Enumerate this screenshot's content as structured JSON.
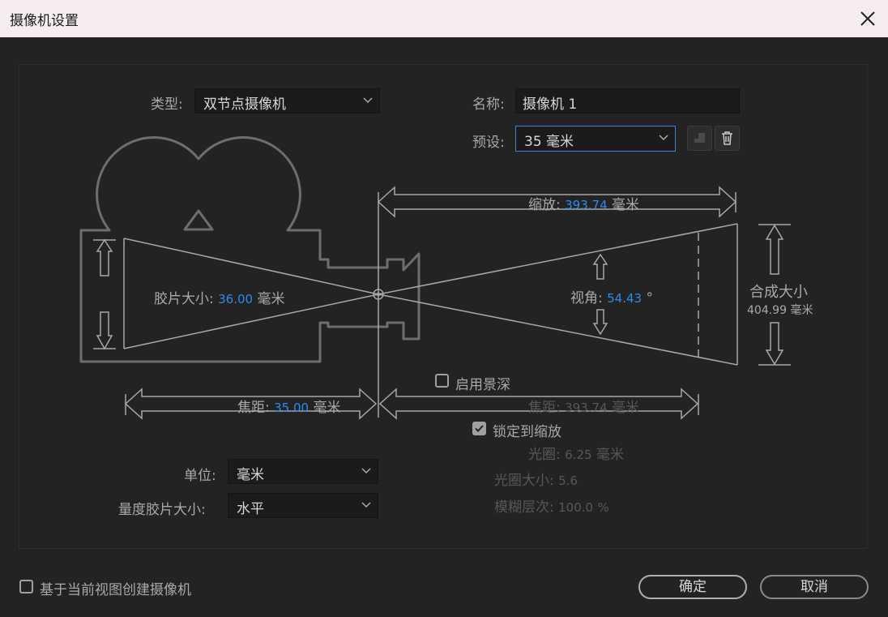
{
  "window": {
    "title": "摄像机设置"
  },
  "type_row": {
    "label": "类型:",
    "value": "双节点摄像机"
  },
  "name_row": {
    "label": "名称:",
    "value": "摄像机 1"
  },
  "preset_row": {
    "label": "预设:",
    "value": "35 毫米"
  },
  "diagram": {
    "zoom": {
      "label": "缩放:",
      "value": "393.74",
      "unit": "毫米"
    },
    "film_size": {
      "label": "胶片大小:",
      "value": "36.00",
      "unit": "毫米"
    },
    "angle": {
      "label": "视角:",
      "value": "54.43",
      "unit": "°"
    },
    "comp_size": {
      "label": "合成大小",
      "value": "404.99",
      "unit": "毫米"
    },
    "focal_length": {
      "label": "焦距:",
      "value": "35.00",
      "unit": "毫米"
    },
    "focus_distance": {
      "label": "焦距:",
      "value": "393.74",
      "unit": "毫米"
    }
  },
  "dof": {
    "enable_label": "启用景深",
    "enable_checked": false,
    "lock_label": "锁定到缩放",
    "lock_checked": true,
    "aperture": {
      "label": "光圈:",
      "value": "6.25",
      "unit": "毫米"
    },
    "fstop": {
      "label": "光圈大小:",
      "value": "5.6"
    },
    "blur": {
      "label": "模糊层次:",
      "value": "100.0",
      "unit": "%"
    }
  },
  "units_row": {
    "label": "单位:",
    "value": "毫米"
  },
  "measure_row": {
    "label": "量度胶片大小:",
    "value": "水平"
  },
  "footer": {
    "create_from_view_label": "基于当前视图创建摄像机",
    "ok_label": "确定",
    "cancel_label": "取消"
  },
  "colors": {
    "accent": "#2d8ceb",
    "line": "#6e6e6e",
    "background": "#232323"
  }
}
